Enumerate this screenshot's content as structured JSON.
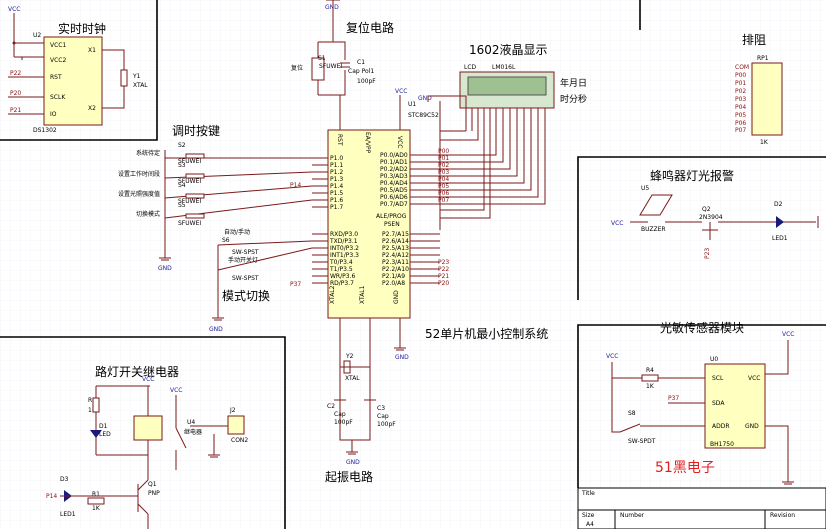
{
  "sections": {
    "rtc": "实时时钟",
    "reset": "复位电路",
    "lcd": "1602液晶显示",
    "resistor_array": "排阻",
    "buzzer": "蜂鸣器灯光报警",
    "adjust_keys": "调时按键",
    "mode_switch": "模式切换",
    "mcu": "52单片机最小控制系统",
    "crystal": "起振电路",
    "light_sensor": "光敏传感器模块",
    "relay": "路灯开关继电器",
    "brand": "51黑电子"
  },
  "labels": {
    "vcc": "VCC",
    "gnd": "GND",
    "ymd": "年月日",
    "hms": "时分秒",
    "u2": "U2",
    "ds1302": "DS1302",
    "rtc_pins": [
      "VCC1",
      "VCC2",
      "RST",
      "SCLK",
      "IO",
      "X1",
      "X2"
    ],
    "rtc_nets": [
      "P22",
      "P20",
      "P21"
    ],
    "y1": "Y1",
    "xtal": "XTAL",
    "s1": "S1",
    "sw_reset": "复位",
    "sfuwei": "SFUWEI",
    "c1": "C1",
    "cap_pol": "Cap Pol1",
    "c1_val": "100pF",
    "lcd_ref": "LCD",
    "lcd_part": "LM016L",
    "u1": "U1",
    "u1_part": "STC89C52",
    "rst": "RST",
    "vcc_pin": "VCC",
    "ea": "EA/VPP",
    "p1_pins": [
      "P1.0",
      "P1.1",
      "P1.2",
      "P1.3",
      "P1.4",
      "P1.5",
      "P1.6",
      "P1.7"
    ],
    "p0_pins": [
      "P0.0/AD0",
      "P0.1/AD1",
      "P0.2/AD2",
      "P0.3/AD3",
      "P0.4/AD4",
      "P0.5/AD5",
      "P0.6/AD6",
      "P0.7/AD7"
    ],
    "p0_nets": [
      "P00",
      "P01",
      "P02",
      "P03",
      "P04",
      "P05",
      "P06",
      "P07"
    ],
    "ale": "ALE/PROG",
    "psen": "PSEN",
    "p3_pins": [
      "RXD/P3.0",
      "TXD/P3.1",
      "INT0/P3.2",
      "INT1/P3.3",
      "T0/P3.4",
      "T1/P3.5",
      "WR/P3.6",
      "RD/P3.7"
    ],
    "p2_pins": [
      "P2.7/A15",
      "P2.6/A14",
      "P2.5/A13",
      "P2.4/A12",
      "P2.3/A11",
      "P2.2/A10",
      "P2.1/A9",
      "P2.0/A8"
    ],
    "p2_nets": [
      "P23",
      "P22",
      "P21",
      "P20"
    ],
    "xtal2": "XTAL2",
    "xtal1": "XTAL1",
    "gnd_pin": "GND",
    "p14": "P14",
    "p37": "P37",
    "s2": "S2",
    "s3": "S3",
    "s4": "S4",
    "s5": "S5",
    "s6": "S6",
    "key_texts": [
      "系统待定",
      "设置工作时间段",
      "设置光照强度值",
      "切换模式"
    ],
    "auto_manual": "自动/手动",
    "manual_on": "手动开关灯",
    "sw_spst": "SW-SPST",
    "rp1": "RP1",
    "rp_nets": [
      "COM",
      "P00",
      "P01",
      "P02",
      "P03",
      "P04",
      "P05",
      "P06",
      "P07"
    ],
    "rp_val": "1K",
    "u5": "U5",
    "buzzer": "BUZZER",
    "q2": "Q2",
    "q2_part": "2N3904",
    "p23": "P23",
    "d2": "D2",
    "led1": "LED1",
    "u0": "U0",
    "bh1750": "BH1750",
    "bh_pins": [
      "SCL",
      "SDA",
      "ADDR",
      "VCC",
      "GND"
    ],
    "r4": "R4",
    "r4_val": "1K",
    "s8": "S8",
    "sw_spdt": "SW-SPDT",
    "r3": "R3",
    "r3_val": "1K",
    "d1": "D1",
    "led": "LED",
    "u4": "U4",
    "relay_part": "继电器",
    "j2": "J2",
    "con2": "CON2",
    "q1": "Q1",
    "pnp": "PNP",
    "d3": "D3",
    "r1": "R1",
    "r1_val": "1K",
    "y2": "Y2",
    "c2": "C2",
    "c3": "C3",
    "cap": "Cap",
    "c_val": "100pF"
  },
  "title_block": {
    "title": "Title",
    "size": "Size",
    "size_val": "A4",
    "number": "Number",
    "revision": "Revision"
  },
  "colors": {
    "wire": "#7a1a1a",
    "component_fill": "#ffffc0",
    "grid": "#e8e8f0",
    "brand": "#e02020"
  }
}
